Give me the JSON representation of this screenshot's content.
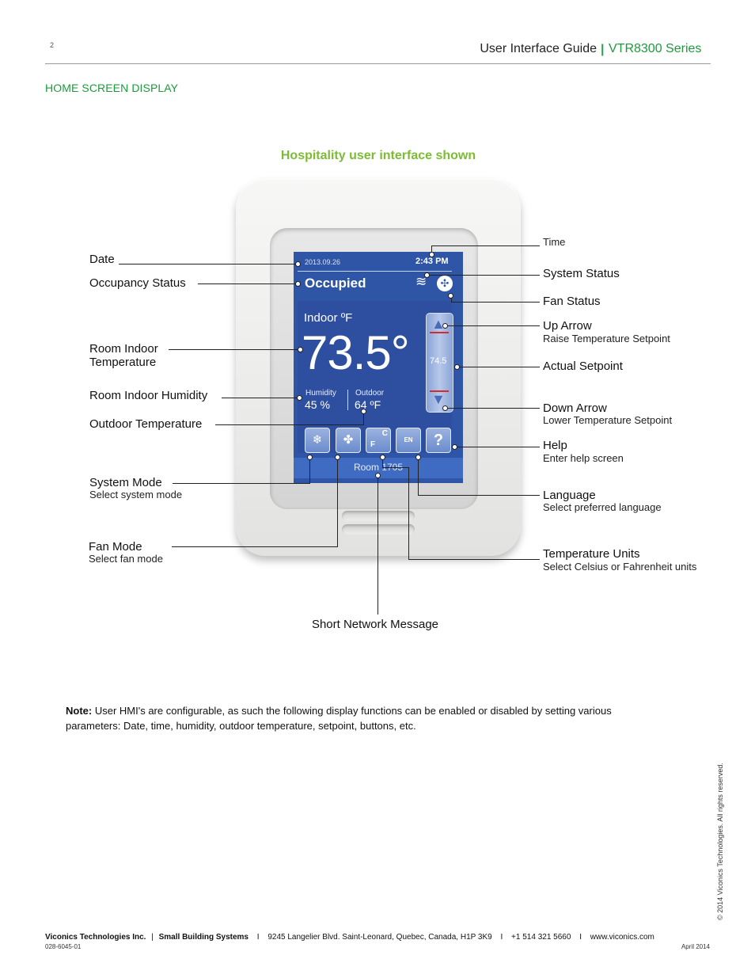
{
  "header": {
    "page_number": "2",
    "guide_title": "User Interface Guide",
    "separator": "|",
    "series": "VTR8300 Series"
  },
  "section_title": "HOME SCREEN DISPLAY",
  "figure_caption": "Hospitality user interface shown",
  "screen": {
    "date": "2013.09.26",
    "time": "2:43 PM",
    "occupancy": "Occupied",
    "indoor_label": "Indoor ºF",
    "temperature": "73.5°",
    "humidity_label": "Humidity",
    "humidity_value": "45 %",
    "outdoor_label": "Outdoor",
    "outdoor_value": "64 ºF",
    "setpoint": "74.5",
    "room_message": "Room 1705",
    "system_status_icon": "heat-waves-icon",
    "fan_status_icon": "fan-circle-icon",
    "buttons": {
      "system_mode": "system-mode-icon",
      "fan_mode": "fan-icon",
      "units_c": "C",
      "units_f": "F",
      "language": "EN",
      "help": "?"
    }
  },
  "callouts": {
    "date": "Date",
    "occupancy_status": "Occupancy Status",
    "room_indoor_temperature_1": "Room Indoor",
    "room_indoor_temperature_2": "Temperature",
    "room_indoor_humidity": "Room Indoor Humidity",
    "outdoor_temperature": "Outdoor Temperature",
    "system_mode": "System Mode",
    "system_mode_sub": "Select system mode",
    "fan_mode": "Fan Mode",
    "fan_mode_sub": "Select fan mode",
    "time": "Time",
    "system_status": "System Status",
    "fan_status": "Fan Status",
    "up_arrow": "Up Arrow",
    "up_arrow_sub": "Raise Temperature Setpoint",
    "actual_setpoint": "Actual Setpoint",
    "down_arrow": "Down Arrow",
    "down_arrow_sub": "Lower Temperature Setpoint",
    "help": "Help",
    "help_sub": "Enter help screen",
    "language": "Language",
    "language_sub": "Select preferred language",
    "temperature_units": "Temperature Units",
    "temperature_units_sub": "Select Celsius or Fahrenheit units",
    "short_network_message": "Short Network Message"
  },
  "note": {
    "label": "Note:",
    "text": "User HMI's are configurable, as such the following display functions can be enabled or disabled by setting various parameters:  Date, time, humidity, outdoor temperature, setpoint, buttons, etc."
  },
  "footer": {
    "company": "Viconics Technologies Inc.",
    "sep1": "|",
    "division": "Small Building Systems",
    "sep2": "I",
    "address": "9245 Langelier Blvd. Saint-Leonard, Quebec, Canada, H1P 3K9",
    "sep3": "I",
    "phone": "+1 514 321 5660",
    "sep4": "I",
    "website": "www.viconics.com",
    "doc_number": "028-6045-01",
    "date": "April 2014",
    "copyright": "© 2014 Viconics Technologies. All rights reserved."
  }
}
